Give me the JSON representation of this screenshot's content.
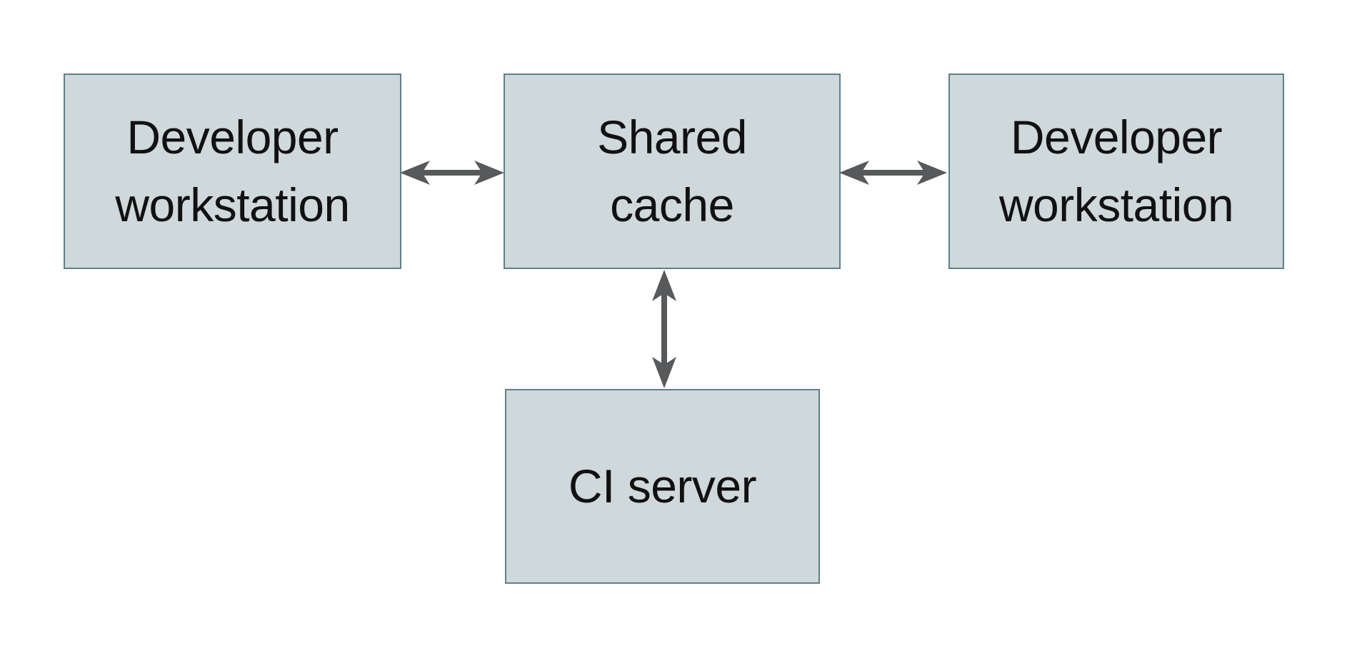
{
  "colors": {
    "background": "#ffffff",
    "node_fill": "#cfd8da",
    "node_border": "#5f7f8c",
    "arrow": "#58595b",
    "text": "#111111"
  },
  "nodes": {
    "developer_left": {
      "label": "Developer\nworkstation"
    },
    "shared_cache": {
      "label": "Shared\ncache"
    },
    "developer_right": {
      "label": "Developer\nworkstation"
    },
    "ci_server": {
      "label": "CI server"
    }
  },
  "edges": [
    {
      "from": "developer_left",
      "to": "shared_cache",
      "type": "bidirectional-horizontal"
    },
    {
      "from": "shared_cache",
      "to": "developer_right",
      "type": "bidirectional-horizontal"
    },
    {
      "from": "shared_cache",
      "to": "ci_server",
      "type": "bidirectional-vertical"
    }
  ]
}
